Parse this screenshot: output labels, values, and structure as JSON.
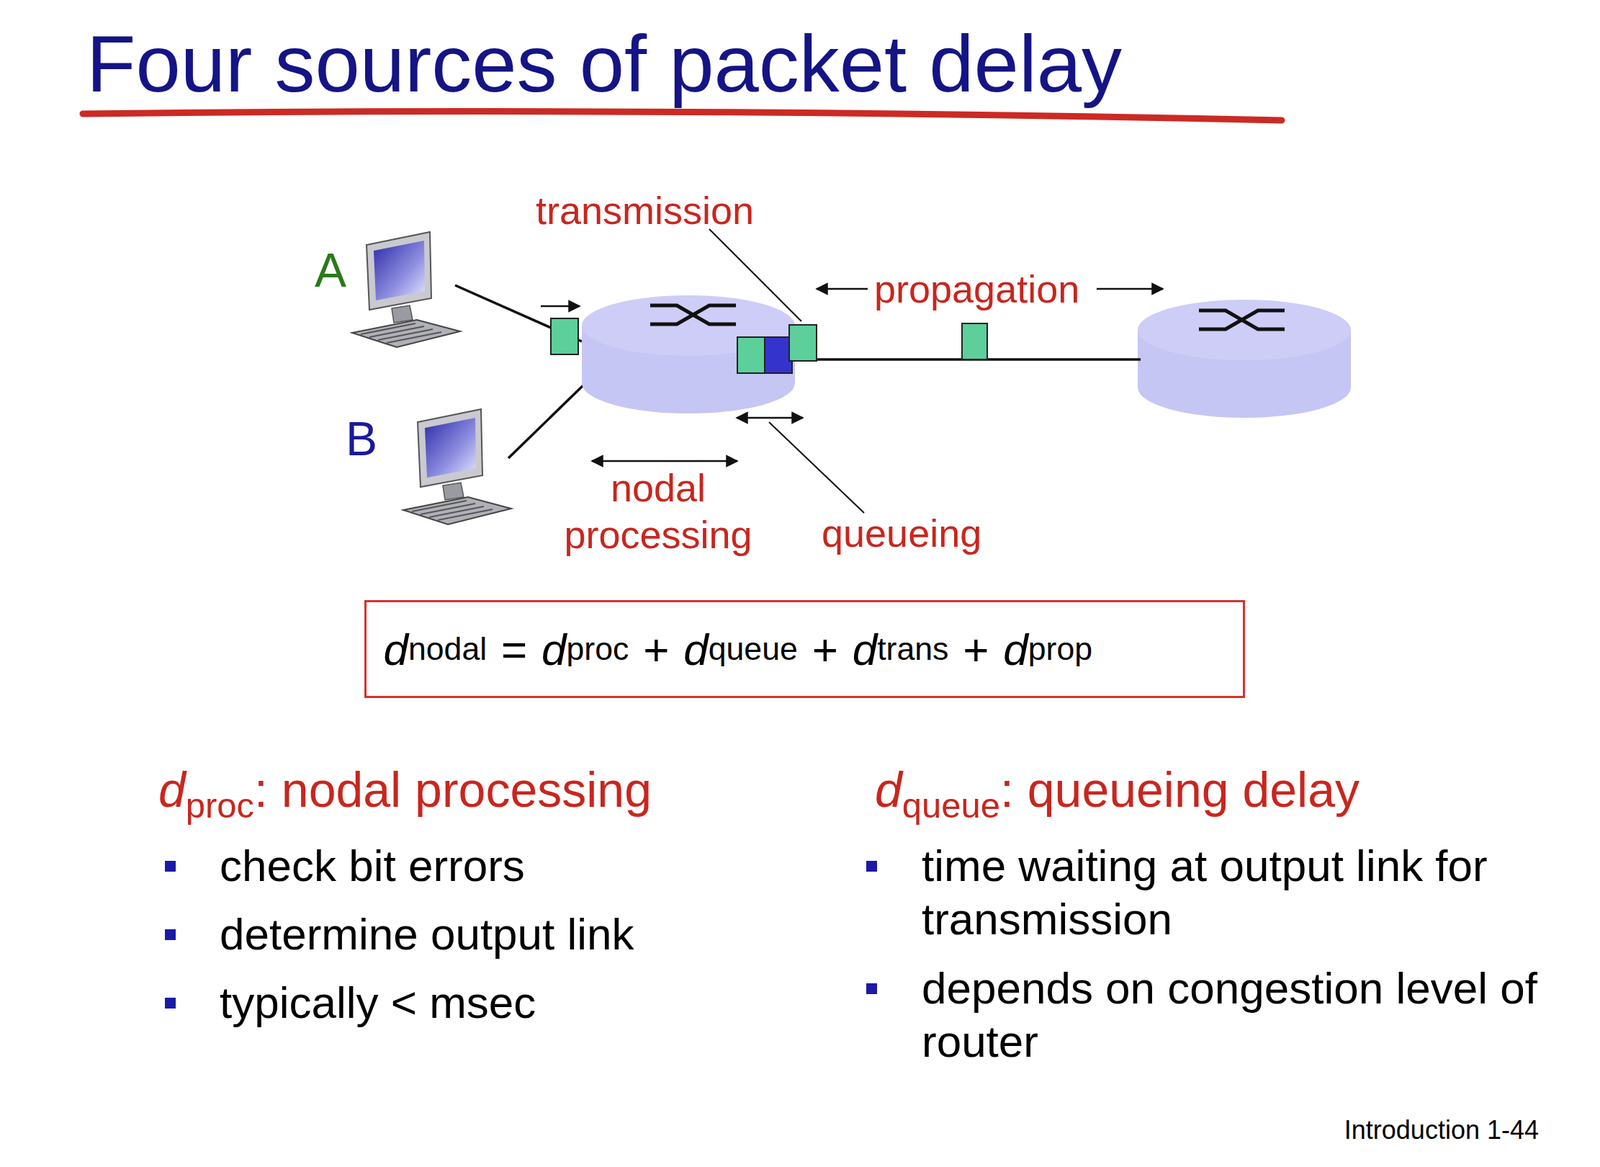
{
  "diagram": {
    "title": "Four sources of packet delay",
    "nodes": [
      {
        "text": [
          "d",
          "nodal",
          "=",
          "d",
          "proc",
          "+",
          "d",
          "queue",
          "+",
          "d",
          "trans",
          "+",
          "d",
          "prop"
        ]
      }
    ],
    "labels": [
      "transmission",
      "propagation",
      "A",
      "B",
      "nodal processing",
      "queueing",
      "d",
      "proc",
      ": nodal processing",
      "check bit errors",
      "determine output link",
      "typically < msec",
      "d",
      "queue",
      ": queueing delay",
      "time waiting at output link for transmission",
      "depends on congestion level of router",
      "Introduction 1-44"
    ]
  }
}
